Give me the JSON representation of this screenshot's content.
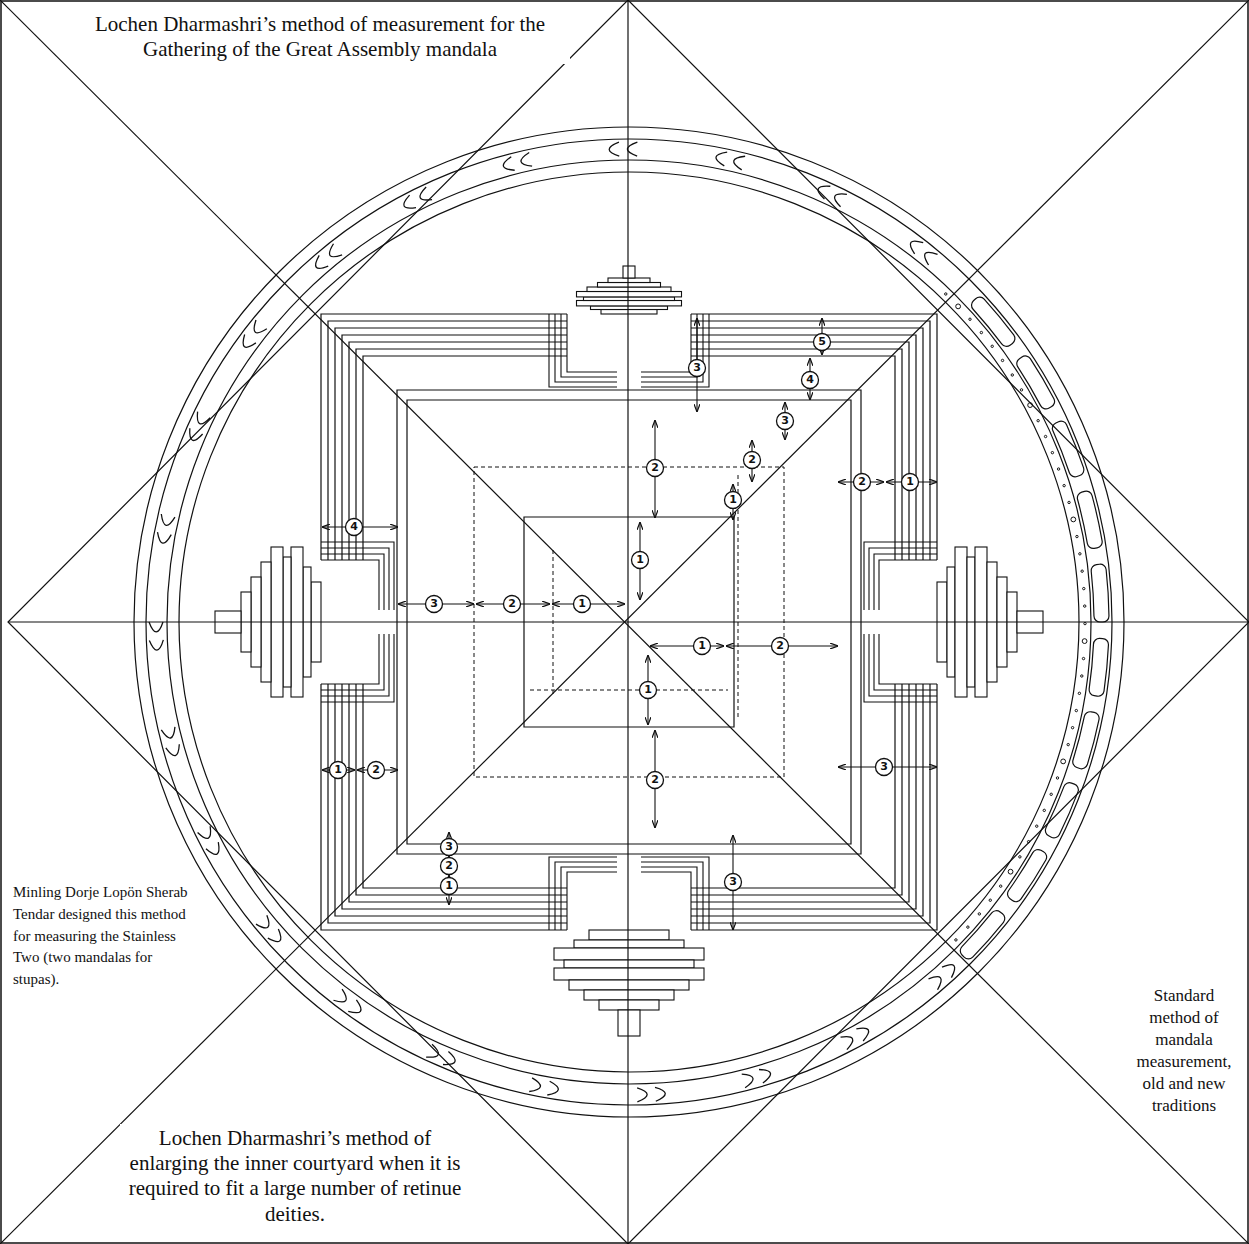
{
  "diagram": {
    "title": "Lochen Dharmashri’s method of measurement for the Gathering of the Great Assembly mandala",
    "labels": [
      "3",
      "5",
      "4",
      "3",
      "2",
      "2",
      "1",
      "2",
      "1",
      "4",
      "1",
      "3",
      "2",
      "1",
      "1",
      "2",
      "1",
      "1",
      "2",
      "3",
      "2",
      "3",
      "2",
      "1",
      "3",
      "Minling Dorje Lopön Sherab Tendar designed this method for measuring the Stainless Two (two mandalas for stupas).",
      "Standard method of mandala measurement, old and new traditions",
      "Lochen Dharmashri’s method of enlarging the inner courtyard when it is required to fit a large number of retinue deities."
    ]
  }
}
